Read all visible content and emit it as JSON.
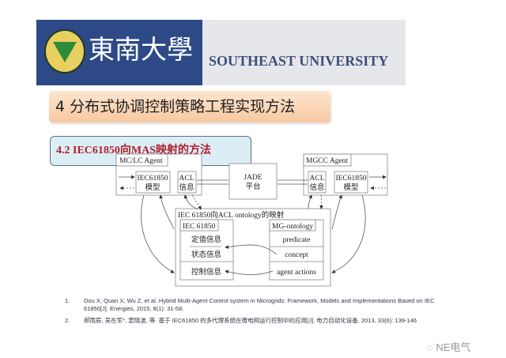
{
  "header": {
    "cn_name": "東南大學",
    "en_name": "SOUTHEAST UNIVERSITY"
  },
  "title": "4 分布式协调控制策略工程实现方法",
  "subtitle": "4.2 IEC61850向MAS映射的方法",
  "diagram": {
    "left_agent": "MC/LC Agent",
    "left_model_1": "IEC61850",
    "left_model_2": "模型",
    "left_acl_1": "ACL",
    "left_acl_2": "信息",
    "jade_1": "JADE",
    "jade_2": "平台",
    "right_agent": "MGCC Agent",
    "right_acl_1": "ACL",
    "right_acl_2": "信息",
    "right_model_1": "IEC61850",
    "right_model_2": "模型",
    "mapping_title": "IEC 61850向ACL ontology的映射",
    "iec_header": "IEC 61850",
    "iec_rows": [
      "定值信息",
      "状态信息",
      "控制信息"
    ],
    "mg_header": "MG-ontology",
    "mg_rows": [
      "predicate",
      "concept",
      "agent actions"
    ]
  },
  "references": [
    {
      "num": "1.",
      "text": "Dou X, Quan X, Wu Z, et al. Hybrid Multi-Agent Control system in Microgrids: Framework, Models and Implementations Based on IEC 61850[J]. Energies, 2015, 8(1): 31-58."
    },
    {
      "num": "2.",
      "text": "郝雨辰, 吴在军*, 窦晓波, 等. 基于 IEC61850 的多代理系统在微电网运行控制中的应用[J]. 电力自动化设备, 2013, 33(6): 139-146"
    }
  ],
  "watermark": "NE电气"
}
